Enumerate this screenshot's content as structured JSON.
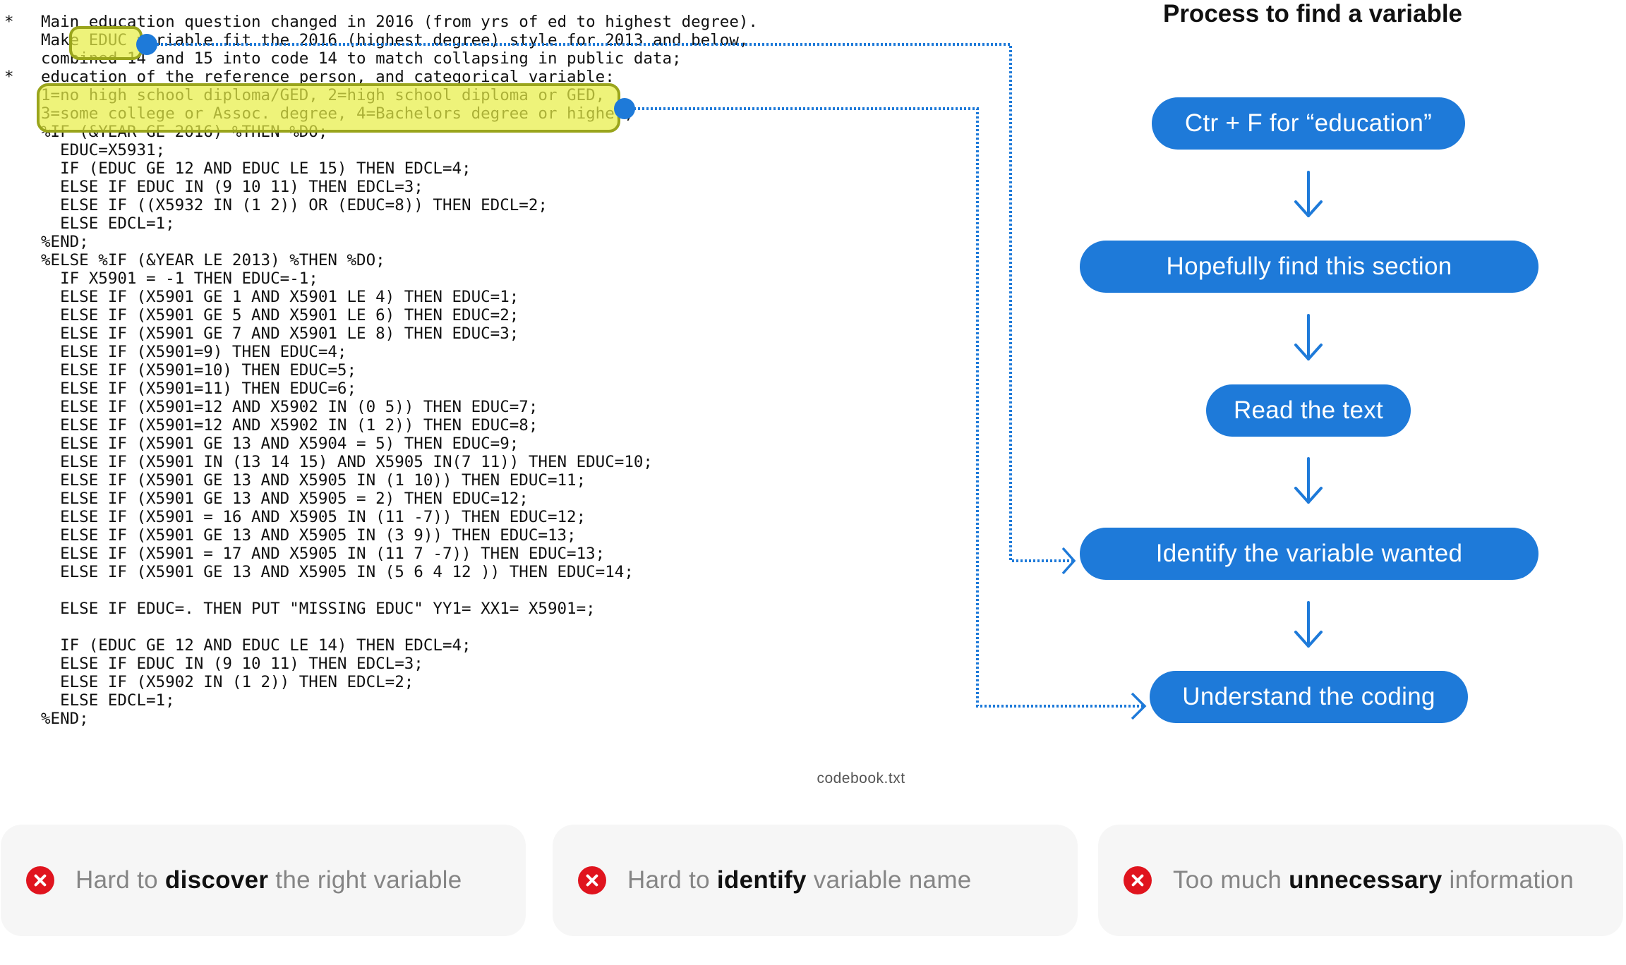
{
  "code_listing": {
    "lines": [
      {
        "mark": "*",
        "text": "Main education question changed in 2016 (from yrs of ed to highest degree)."
      },
      {
        "mark": "",
        "text": "Make EDUC variable fit the 2016 (highest degree) style for 2013 and below,"
      },
      {
        "mark": "",
        "text": "combined 14 and 15 into code 14 to match collapsing in public data;"
      },
      {
        "mark": "*",
        "text": "education of the reference person, and categorical variable:"
      },
      {
        "mark": "",
        "text": "1=no high school diploma/GED, 2=high school diploma or GED,"
      },
      {
        "mark": "",
        "text": "3=some college or Assoc. degree, 4=Bachelors degree or higher;"
      },
      {
        "mark": "",
        "text": "%IF (&YEAR GE 2016) %THEN %DO;"
      },
      {
        "mark": "",
        "text": "  EDUC=X5931;"
      },
      {
        "mark": "",
        "text": "  IF (EDUC GE 12 AND EDUC LE 15) THEN EDCL=4;"
      },
      {
        "mark": "",
        "text": "  ELSE IF EDUC IN (9 10 11) THEN EDCL=3;"
      },
      {
        "mark": "",
        "text": "  ELSE IF ((X5932 IN (1 2)) OR (EDUC=8)) THEN EDCL=2;"
      },
      {
        "mark": "",
        "text": "  ELSE EDCL=1;"
      },
      {
        "mark": "",
        "text": "%END;"
      },
      {
        "mark": "",
        "text": "%ELSE %IF (&YEAR LE 2013) %THEN %DO;"
      },
      {
        "mark": "",
        "text": "  IF X5901 = -1 THEN EDUC=-1;"
      },
      {
        "mark": "",
        "text": "  ELSE IF (X5901 GE 1 AND X5901 LE 4) THEN EDUC=1;"
      },
      {
        "mark": "",
        "text": "  ELSE IF (X5901 GE 5 AND X5901 LE 6) THEN EDUC=2;"
      },
      {
        "mark": "",
        "text": "  ELSE IF (X5901 GE 7 AND X5901 LE 8) THEN EDUC=3;"
      },
      {
        "mark": "",
        "text": "  ELSE IF (X5901=9) THEN EDUC=4;"
      },
      {
        "mark": "",
        "text": "  ELSE IF (X5901=10) THEN EDUC=5;"
      },
      {
        "mark": "",
        "text": "  ELSE IF (X5901=11) THEN EDUC=6;"
      },
      {
        "mark": "",
        "text": "  ELSE IF (X5901=12 AND X5902 IN (0 5)) THEN EDUC=7;"
      },
      {
        "mark": "",
        "text": "  ELSE IF (X5901=12 AND X5902 IN (1 2)) THEN EDUC=8;"
      },
      {
        "mark": "",
        "text": "  ELSE IF (X5901 GE 13 AND X5904 = 5) THEN EDUC=9;"
      },
      {
        "mark": "",
        "text": "  ELSE IF (X5901 IN (13 14 15) AND X5905 IN(7 11)) THEN EDUC=10;"
      },
      {
        "mark": "",
        "text": "  ELSE IF (X5901 GE 13 AND X5905 IN (1 10)) THEN EDUC=11;"
      },
      {
        "mark": "",
        "text": "  ELSE IF (X5901 GE 13 AND X5905 = 2) THEN EDUC=12;"
      },
      {
        "mark": "",
        "text": "  ELSE IF (X5901 = 16 AND X5905 IN (11 -7)) THEN EDUC=12;"
      },
      {
        "mark": "",
        "text": "  ELSE IF (X5901 GE 13 AND X5905 IN (3 9)) THEN EDUC=13;"
      },
      {
        "mark": "",
        "text": "  ELSE IF (X5901 = 17 AND X5905 IN (11 7 -7)) THEN EDUC=13;"
      },
      {
        "mark": "",
        "text": "  ELSE IF (X5901 GE 13 AND X5905 IN (5 6 4 12 )) THEN EDUC=14;"
      },
      {
        "mark": "",
        "text": ""
      },
      {
        "mark": "",
        "text": "  ELSE IF EDUC=. THEN PUT \"MISSING EDUC\" YY1= XX1= X5901=;"
      },
      {
        "mark": "",
        "text": ""
      },
      {
        "mark": "",
        "text": "  IF (EDUC GE 12 AND EDUC LE 14) THEN EDCL=4;"
      },
      {
        "mark": "",
        "text": "  ELSE IF EDUC IN (9 10 11) THEN EDCL=3;"
      },
      {
        "mark": "",
        "text": "  ELSE IF (X5902 IN (1 2)) THEN EDCL=2;"
      },
      {
        "mark": "",
        "text": "  ELSE EDCL=1;"
      },
      {
        "mark": "",
        "text": "%END;"
      }
    ]
  },
  "file_caption": "codebook.txt",
  "flow": {
    "title": "Process to find a variable",
    "steps": [
      "Ctr + F for “education”",
      "Hopefully find this section",
      "Read the text",
      "Identify the variable wanted",
      "Understand the coding"
    ]
  },
  "pain_points": [
    {
      "pre": "Hard to ",
      "emphasis": "discover",
      "post": " the right variable"
    },
    {
      "pre": "Hard to ",
      "emphasis": "identify",
      "post": " variable name"
    },
    {
      "pre": "Too much ",
      "emphasis": "unnecessary",
      "post": " information"
    }
  ],
  "colors": {
    "accent_blue": "#1e7ad9",
    "highlight_yellow": "#e8ee46",
    "error_red": "#e0141e",
    "card_bg": "#f6f6f6"
  }
}
